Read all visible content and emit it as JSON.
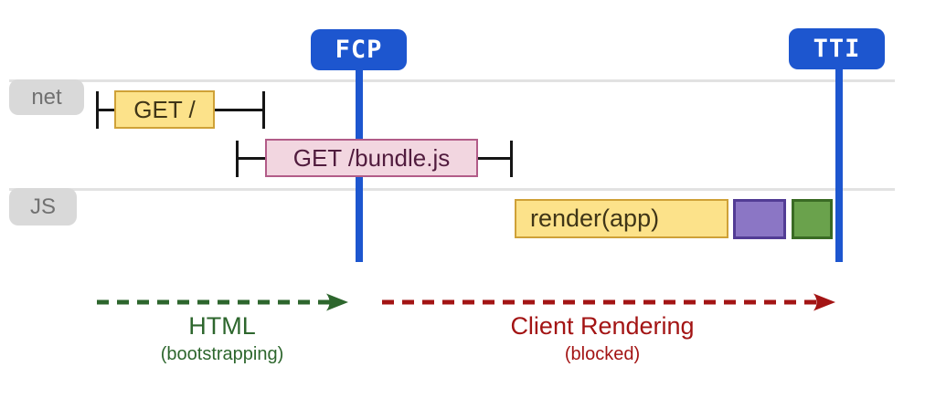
{
  "markers": {
    "fcp": "FCP",
    "tti": "TTI"
  },
  "lanes": {
    "net": "net",
    "js": "JS"
  },
  "tasks": {
    "get_root": "GET /",
    "get_bundle": "GET /bundle.js",
    "render_app": "render(app)"
  },
  "phases": {
    "html": {
      "label": "HTML",
      "sublabel": "(bootstrapping)"
    },
    "client": {
      "label": "Client Rendering",
      "sublabel": "(blocked)"
    }
  },
  "colors": {
    "marker-blue": "#1d56cf",
    "lane-line": "#e2e2e2",
    "lane-label-bg": "#d9d9d9",
    "lane-label-text": "#717171",
    "task-yellow-bg": "#fce28a",
    "task-yellow-border": "#cfa137",
    "task-yellow-text": "#3f3517",
    "task-pink-bg": "#f2d6e0",
    "task-pink-border": "#b25c88",
    "task-pink-text": "#511c3e",
    "task-purple-bg": "#8b76c5",
    "task-purple-border": "#523c95",
    "task-green-bg": "#6aa24c",
    "task-green-border": "#3a6b24",
    "phase-html-color": "#2d662d",
    "phase-client-color": "#a31414",
    "whisker-black": "#151515"
  }
}
